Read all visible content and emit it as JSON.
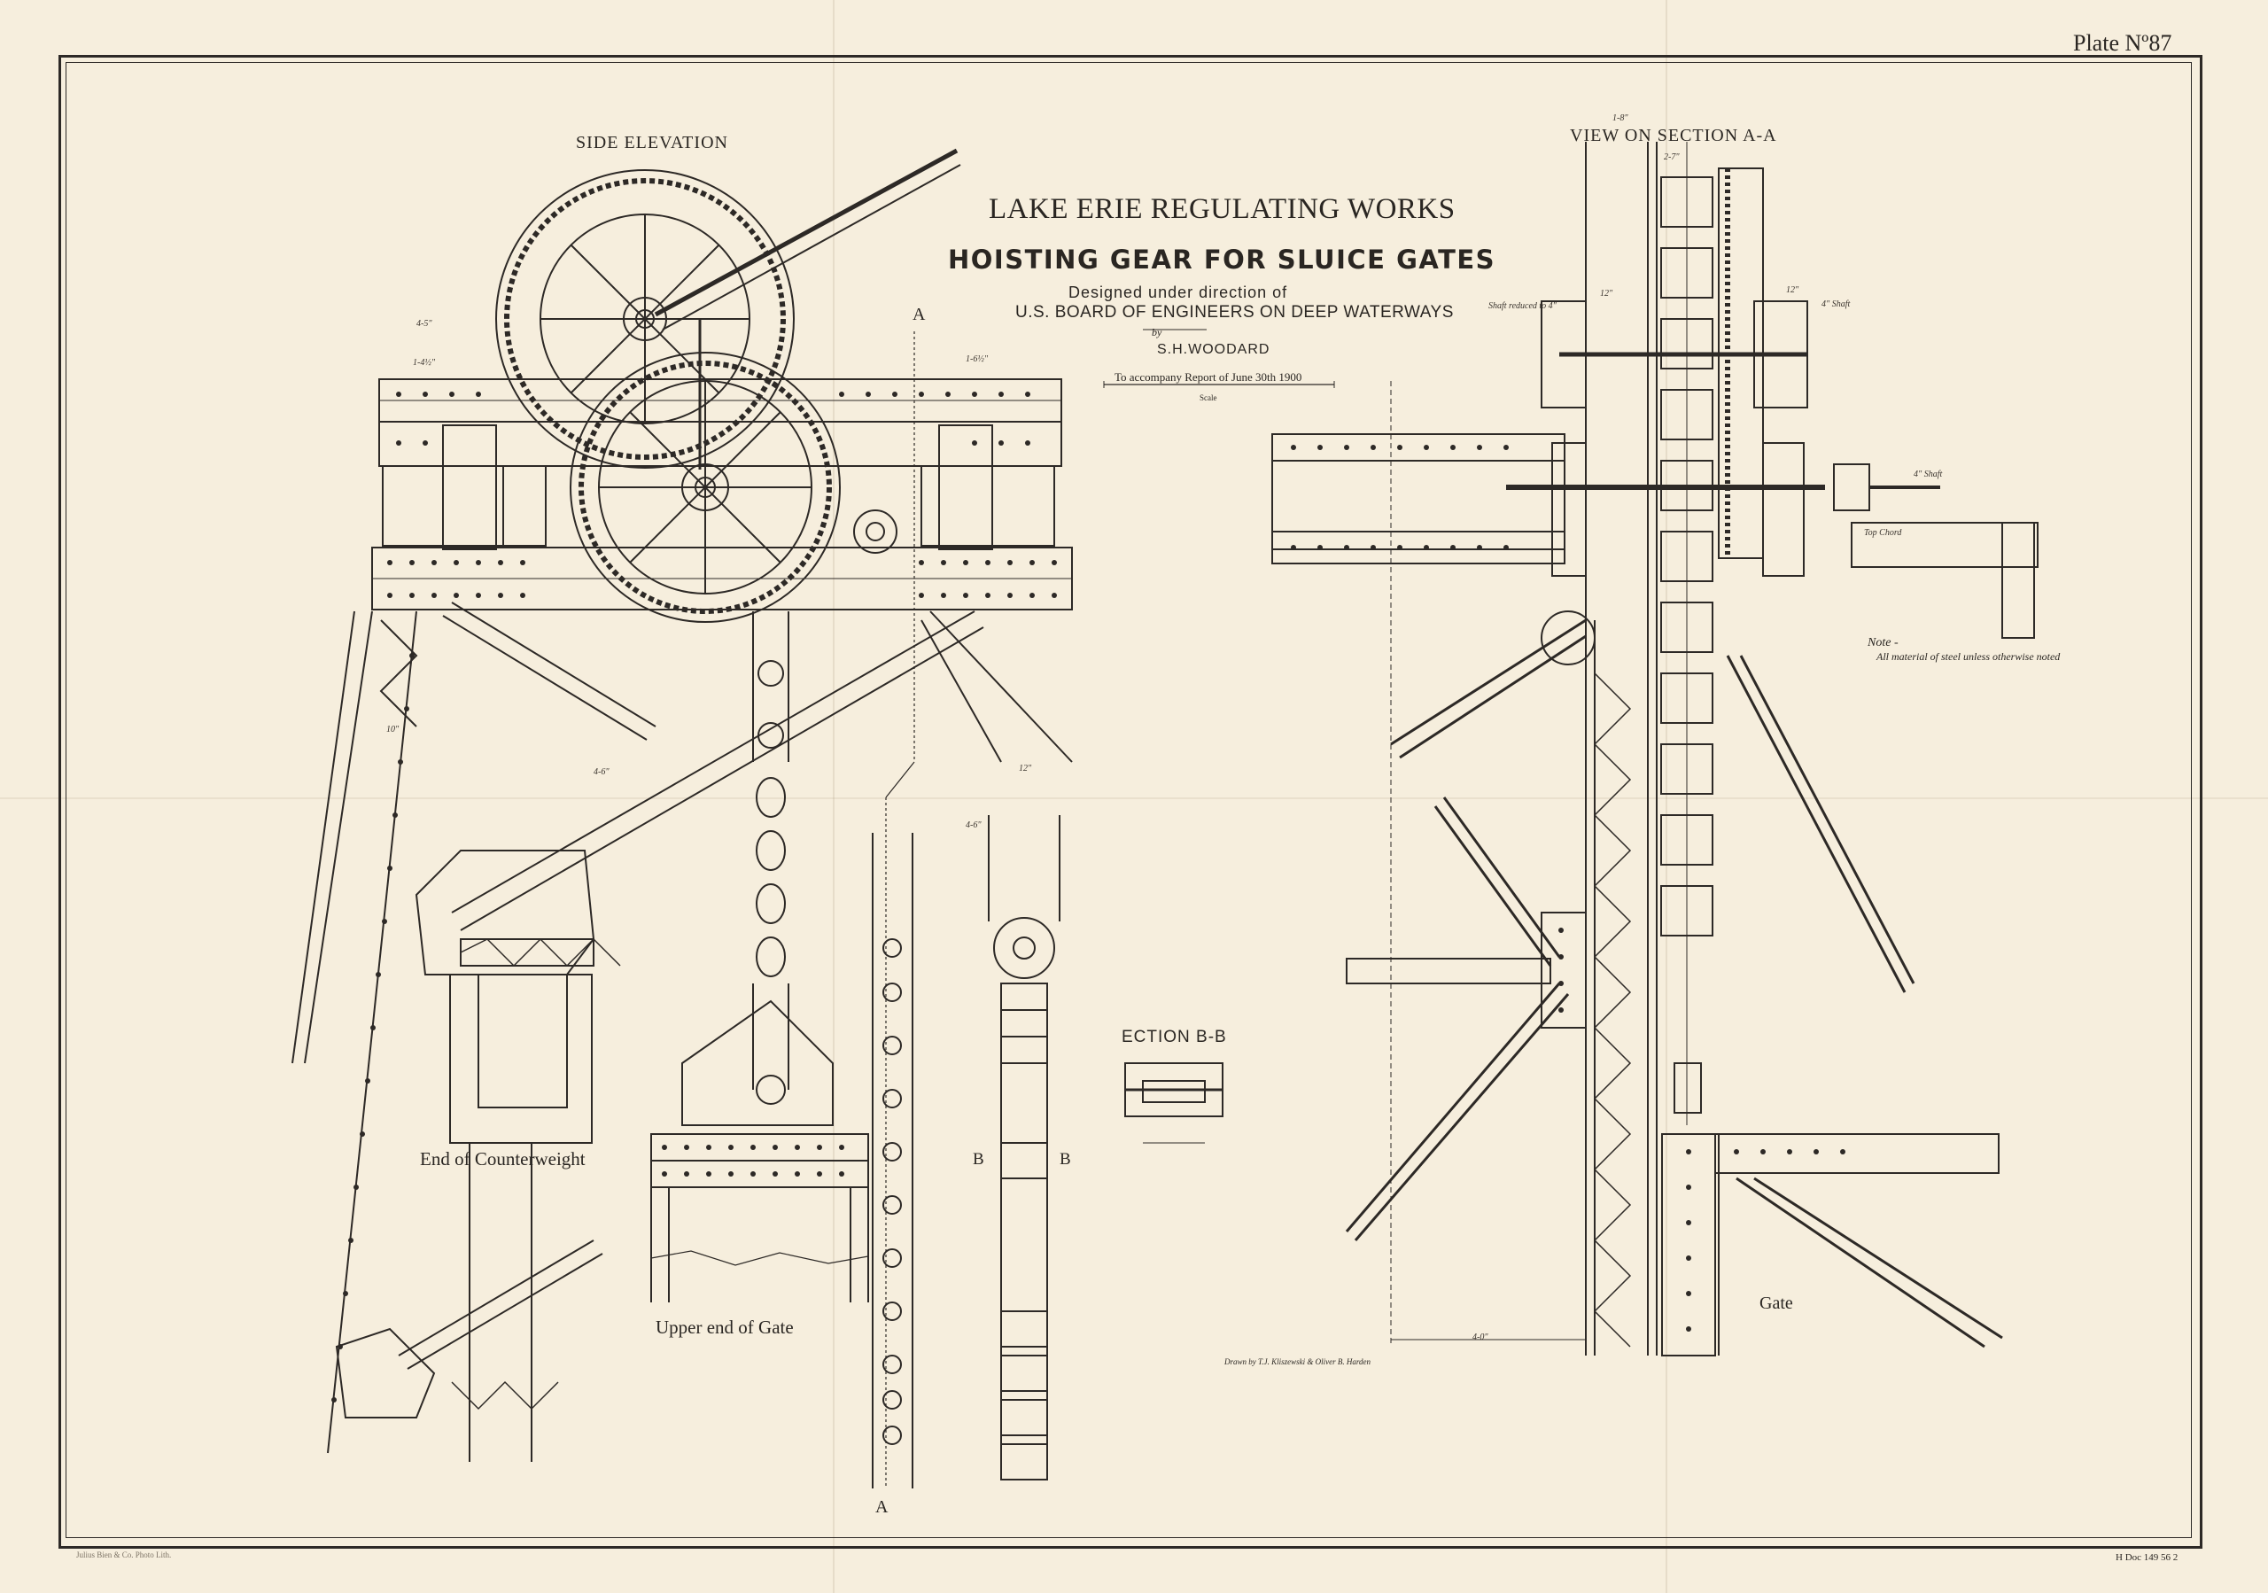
{
  "plate_number": "Plate Nº87",
  "title": {
    "main": "LAKE ERIE REGULATING WORKS",
    "subtitle": "HOISTING GEAR FOR SLUICE GATES",
    "designed": "Designed under direction of",
    "board": "U.S. BOARD OF ENGINEERS ON DEEP WATERWAYS",
    "by": "by",
    "author": "S.H.WOODARD",
    "report": "To accompany Report of June 30th 1900",
    "scale": "Scale"
  },
  "views": {
    "side_elevation": "SIDE ELEVATION",
    "view_section": "VIEW ON SECTION A-A",
    "section_bb": "ECTION B-B",
    "section_a_top": "A",
    "section_a_bottom": "A",
    "section_b_left": "B",
    "section_b_right": "B"
  },
  "labels": {
    "end_counterweight": "End of Counterweight",
    "upper_end_gate": "Upper end of Gate",
    "gate": "Gate"
  },
  "note": {
    "heading": "Note -",
    "body": "All material of steel unless otherwise noted"
  },
  "credits": {
    "drawn_by": "Drawn by T.J. Kliszewski & Oliver B. Harden",
    "doc_ref": "H Doc 149  56 2",
    "printer": "Julius Bien & Co. Photo Lith."
  },
  "dimensions": {
    "d1": "4-5\"",
    "d2": "1-4½\"",
    "d3": "1-6½\"",
    "d4": "12\"",
    "d5": "4-6\"",
    "d6": "10\"",
    "d7": "4-0\"",
    "d8": "1-8\"",
    "d9": "2-7\"",
    "d10": "12\"",
    "d11": "12\"",
    "d12": "4\" Shaft",
    "d13": "4\" Shaft",
    "d14": "Shaft reduced to 4\"",
    "d15": "Top Chord",
    "d16": "4-6\""
  },
  "colors": {
    "paper": "#f6eedd",
    "ink": "#2a2622"
  }
}
